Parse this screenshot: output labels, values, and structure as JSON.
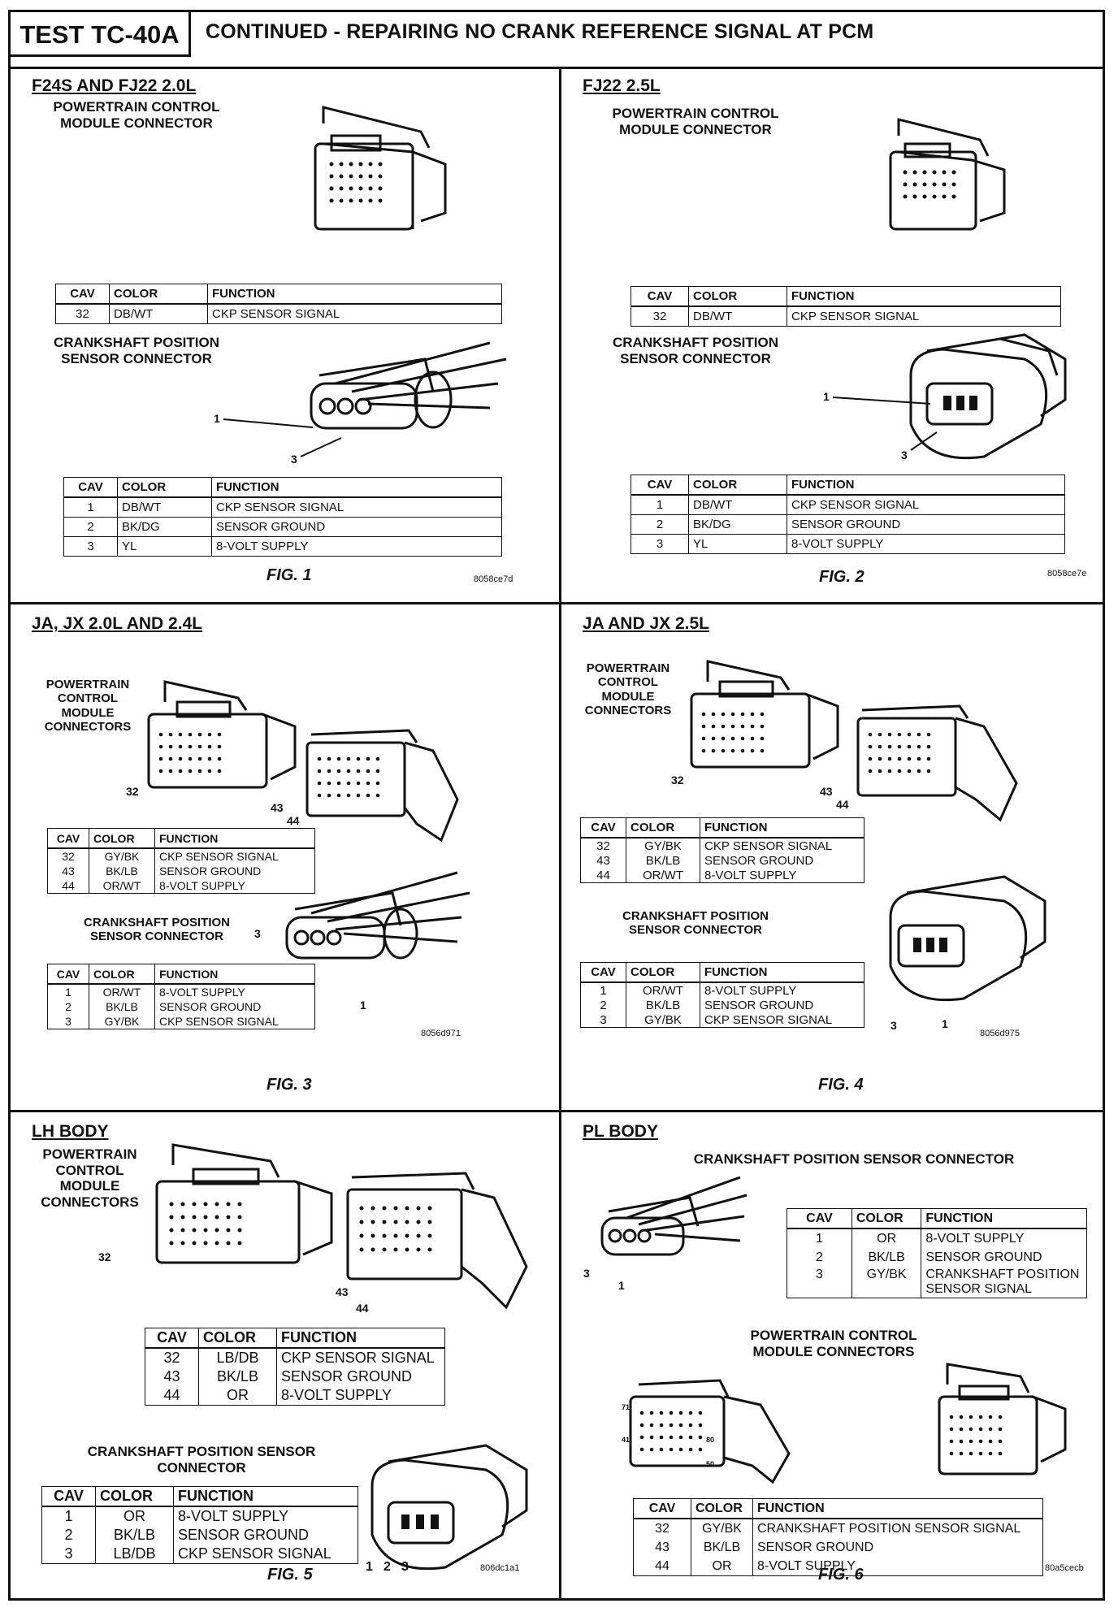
{
  "header": {
    "test_id": "TEST TC-40A",
    "title": "CONTINUED - REPAIRING NO CRANK REFERENCE SIGNAL AT PCM"
  },
  "labels": {
    "pcm_connector": "POWERTRAIN CONTROL MODULE CONNECTOR",
    "pcm_connectors": "POWERTRAIN CONTROL MODULE CONNECTORS",
    "ckp_connector": "CRANKSHAFT POSITION SENSOR CONNECTOR"
  },
  "columns": {
    "cav": "CAV",
    "color": "COLOR",
    "function": "FUNCTION"
  },
  "panels": [
    {
      "title": "F24S AND FJ22 2.0L",
      "fig": "FIG. 1",
      "code": "8058ce7d",
      "pcm_rows": [
        {
          "cav": "32",
          "color": "DB/WT",
          "function": "CKP SENSOR SIGNAL"
        }
      ],
      "ckp_rows": [
        {
          "cav": "1",
          "color": "DB/WT",
          "function": "CKP SENSOR SIGNAL"
        },
        {
          "cav": "2",
          "color": "BK/DG",
          "function": "SENSOR GROUND"
        },
        {
          "cav": "3",
          "color": "YL",
          "function": "8-VOLT SUPPLY"
        }
      ],
      "callouts": [
        "1",
        "3"
      ]
    },
    {
      "title": "FJ22 2.5L",
      "fig": "FIG. 2",
      "code": "8058ce7e",
      "pcm_rows": [
        {
          "cav": "32",
          "color": "DB/WT",
          "function": "CKP SENSOR SIGNAL"
        }
      ],
      "ckp_rows": [
        {
          "cav": "1",
          "color": "DB/WT",
          "function": "CKP SENSOR SIGNAL"
        },
        {
          "cav": "2",
          "color": "BK/DG",
          "function": "SENSOR GROUND"
        },
        {
          "cav": "3",
          "color": "YL",
          "function": "8-VOLT SUPPLY"
        }
      ],
      "callouts": [
        "1",
        "3"
      ]
    },
    {
      "title": "JA, JX 2.0L AND 2.4L",
      "fig": "FIG. 3",
      "code": "8056d971",
      "pcm_rows": [
        {
          "cav": "32",
          "color": "GY/BK",
          "function": "CKP SENSOR SIGNAL"
        },
        {
          "cav": "43",
          "color": "BK/LB",
          "function": "SENSOR GROUND"
        },
        {
          "cav": "44",
          "color": "OR/WT",
          "function": "8-VOLT SUPPLY"
        }
      ],
      "ckp_rows": [
        {
          "cav": "1",
          "color": "OR/WT",
          "function": "8-VOLT SUPPLY"
        },
        {
          "cav": "2",
          "color": "BK/LB",
          "function": "SENSOR GROUND"
        },
        {
          "cav": "3",
          "color": "GY/BK",
          "function": "CKP SENSOR SIGNAL"
        }
      ],
      "callouts": [
        "32",
        "43",
        "44",
        "3",
        "1"
      ]
    },
    {
      "title": "JA AND JX 2.5L",
      "fig": "FIG. 4",
      "code": "8056d975",
      "pcm_rows": [
        {
          "cav": "32",
          "color": "GY/BK",
          "function": "CKP SENSOR SIGNAL"
        },
        {
          "cav": "43",
          "color": "BK/LB",
          "function": "SENSOR GROUND"
        },
        {
          "cav": "44",
          "color": "OR/WT",
          "function": "8-VOLT SUPPLY"
        }
      ],
      "ckp_rows": [
        {
          "cav": "1",
          "color": "OR/WT",
          "function": "8-VOLT SUPPLY"
        },
        {
          "cav": "2",
          "color": "BK/LB",
          "function": "SENSOR GROUND"
        },
        {
          "cav": "3",
          "color": "GY/BK",
          "function": "CKP SENSOR SIGNAL"
        }
      ],
      "callouts": [
        "32",
        "43",
        "44",
        "3",
        "1"
      ]
    },
    {
      "title": "LH BODY",
      "fig": "FIG. 5",
      "code": "806dc1a1",
      "pcm_rows": [
        {
          "cav": "32",
          "color": "LB/DB",
          "function": "CKP SENSOR SIGNAL"
        },
        {
          "cav": "43",
          "color": "BK/LB",
          "function": "SENSOR GROUND"
        },
        {
          "cav": "44",
          "color": "OR",
          "function": "8-VOLT SUPPLY"
        }
      ],
      "ckp_rows": [
        {
          "cav": "1",
          "color": "OR",
          "function": "8-VOLT SUPPLY"
        },
        {
          "cav": "2",
          "color": "BK/LB",
          "function": "SENSOR GROUND"
        },
        {
          "cav": "3",
          "color": "LB/DB",
          "function": "CKP SENSOR SIGNAL"
        }
      ],
      "callouts": [
        "32",
        "43",
        "44",
        "1",
        "2",
        "3"
      ]
    },
    {
      "title": "PL BODY",
      "fig": "FIG. 6",
      "code": "80a5cecb",
      "pcm_rows": [
        {
          "cav": "32",
          "color": "GY/BK",
          "function": "CRANKSHAFT POSITION SENSOR SIGNAL"
        },
        {
          "cav": "43",
          "color": "BK/LB",
          "function": "SENSOR GROUND"
        },
        {
          "cav": "44",
          "color": "OR",
          "function": "8-VOLT SUPPLY"
        }
      ],
      "ckp_rows": [
        {
          "cav": "1",
          "color": "OR",
          "function": "8-VOLT SUPPLY"
        },
        {
          "cav": "2",
          "color": "BK/LB",
          "function": "SENSOR GROUND"
        },
        {
          "cav": "3",
          "color": "GY/BK",
          "function": "CRANKSHAFT POSITION SENSOR SIGNAL"
        }
      ],
      "callouts": [
        "3",
        "1",
        "71",
        "41",
        "80",
        "50"
      ]
    }
  ]
}
